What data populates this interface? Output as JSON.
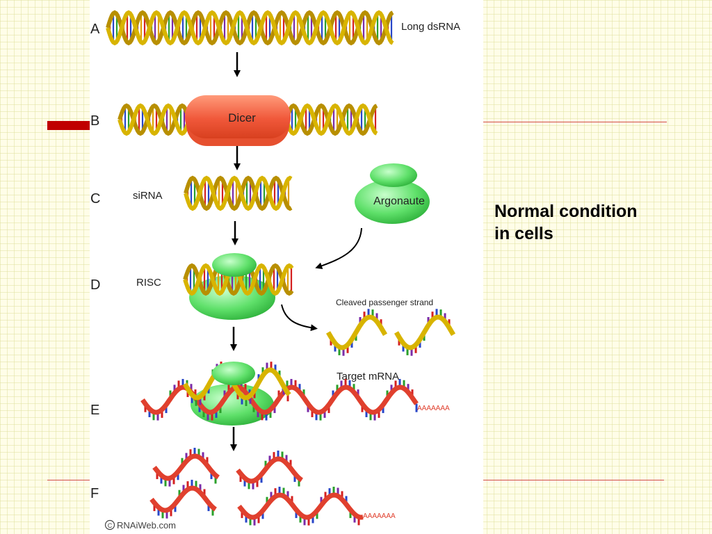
{
  "slide": {
    "caption_line1": "Normal condition",
    "caption_line2": "in cells"
  },
  "diagram": {
    "step_letters": [
      "A",
      "B",
      "C",
      "D",
      "E",
      "F"
    ],
    "labels": {
      "long_dsrna": "Long dsRNA",
      "dicer": "Dicer",
      "sirna": "siRNA",
      "argonaute": "Argonaute",
      "risc": "RISC",
      "cleaved": "Cleaved passenger strand",
      "target_mrna": "Target mRNA",
      "polya_target": "AAAAAAA",
      "polya_fragment": "AAAAAAA",
      "copyright": "RNAiWeb.com"
    },
    "colors": {
      "dsrna_backbone": "#d8b400",
      "mrna_backbone": "#e0402e",
      "protein_green": "#5fe06a",
      "dicer_red": "#f0583a",
      "accent_red": "#c00000"
    }
  }
}
